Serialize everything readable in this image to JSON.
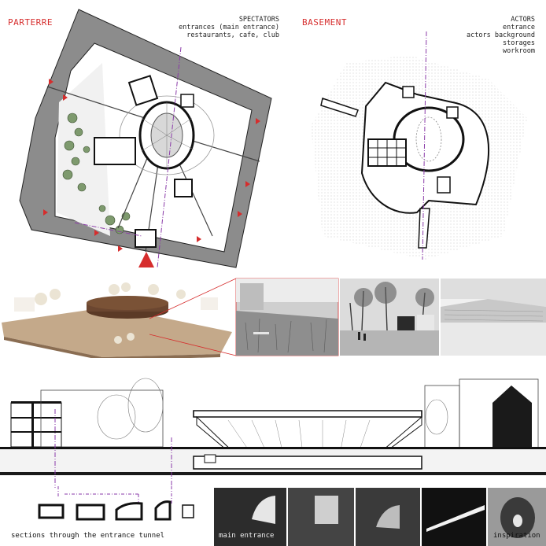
{
  "parterre": {
    "title": "PARTERRE",
    "legend_heading": "SPECTATORS",
    "legend_lines": [
      "entrances (main entrance)",
      "restaurants, cafe, club"
    ]
  },
  "basement": {
    "title": "BASEMENT",
    "legend_heading": "ACTORS",
    "legend_lines": [
      "entrance",
      "actors background",
      "storages",
      "workroom"
    ]
  },
  "tunnel_caption": "sections through the entrance tunnel",
  "photo_captions": {
    "main_entrance": "main entrance",
    "inspiration": "inspiration"
  },
  "colors": {
    "accent_red": "#d62d2d",
    "axis_purple": "#8a3aa8",
    "building_gray": "#8c8c8c",
    "wall_dark": "#1a1a1a"
  }
}
